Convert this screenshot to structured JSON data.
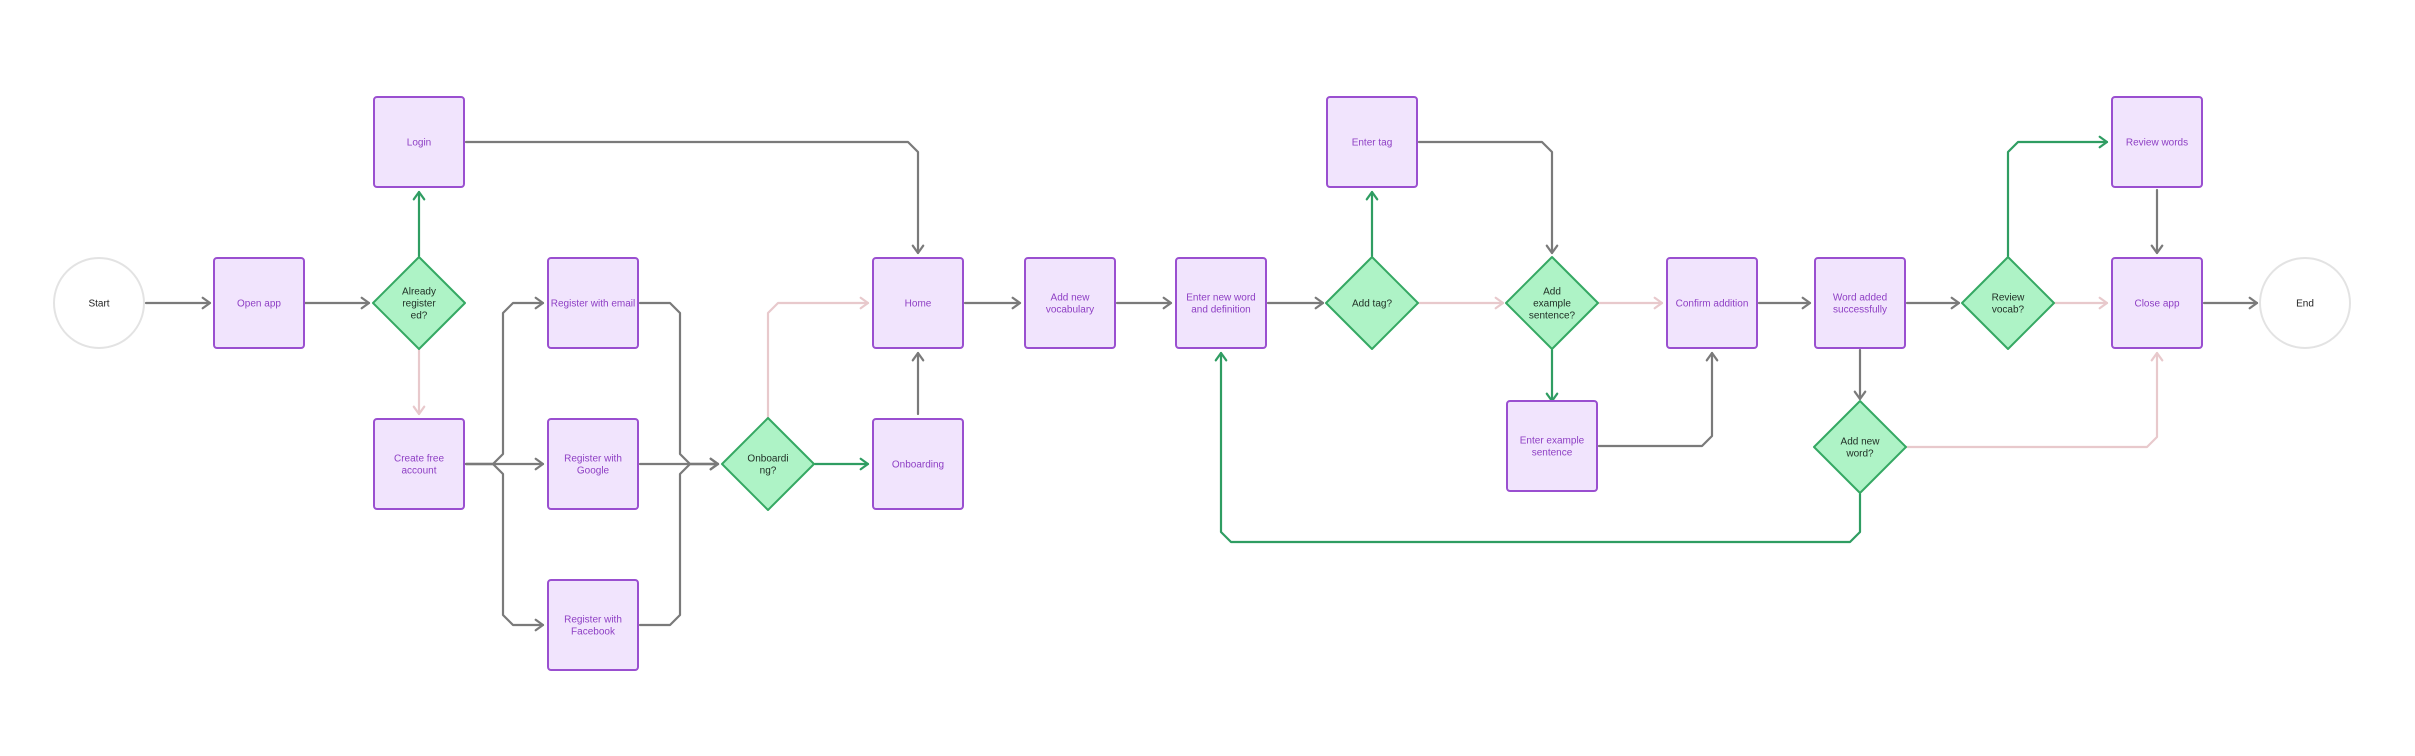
{
  "colors": {
    "process_fill": "#f1e4fd",
    "process_stroke": "#9a4fd0",
    "process_text": "#8e3fc4",
    "decision_fill": "#aef3c6",
    "decision_stroke": "#35a863",
    "decision_text": "#1f2d24",
    "terminal_stroke": "#e3e3e3",
    "terminal_text": "#1f1f1f",
    "edge_default": "#7a7a7a",
    "edge_yes": "#2f9d62",
    "edge_no": "#e8c9cc"
  },
  "nodes": [
    {
      "id": "start",
      "type": "terminal",
      "lines": [
        "Start"
      ]
    },
    {
      "id": "open-app",
      "type": "process",
      "lines": [
        "Open app"
      ]
    },
    {
      "id": "already-registered",
      "type": "decision",
      "lines": [
        "Already",
        "register",
        "ed?"
      ]
    },
    {
      "id": "login",
      "type": "process",
      "lines": [
        "Login"
      ]
    },
    {
      "id": "create-account",
      "type": "process",
      "lines": [
        "Create free",
        "account"
      ]
    },
    {
      "id": "register-email",
      "type": "process",
      "lines": [
        "Register with email"
      ]
    },
    {
      "id": "register-google",
      "type": "process",
      "lines": [
        "Register with",
        "Google"
      ]
    },
    {
      "id": "register-facebook",
      "type": "process",
      "lines": [
        "Register with",
        "Facebook"
      ]
    },
    {
      "id": "onboarding-decision",
      "type": "decision",
      "lines": [
        "Onboardi",
        "ng?"
      ]
    },
    {
      "id": "home",
      "type": "process",
      "lines": [
        "Home"
      ]
    },
    {
      "id": "onboarding",
      "type": "process",
      "lines": [
        "Onboarding"
      ]
    },
    {
      "id": "add-vocabulary",
      "type": "process",
      "lines": [
        "Add new",
        "vocabulary"
      ]
    },
    {
      "id": "enter-word",
      "type": "process",
      "lines": [
        "Enter new word",
        "and definition"
      ]
    },
    {
      "id": "add-tag",
      "type": "decision",
      "lines": [
        "Add tag?"
      ]
    },
    {
      "id": "enter-tag",
      "type": "process",
      "lines": [
        "Enter tag"
      ]
    },
    {
      "id": "add-sentence",
      "type": "decision",
      "lines": [
        "Add",
        "example",
        "sentence?"
      ]
    },
    {
      "id": "enter-sentence",
      "type": "process",
      "lines": [
        "Enter example",
        "sentence"
      ]
    },
    {
      "id": "confirm-addition",
      "type": "process",
      "lines": [
        "Confirm addition"
      ]
    },
    {
      "id": "word-added",
      "type": "process",
      "lines": [
        "Word added",
        "successfully"
      ]
    },
    {
      "id": "add-new-word",
      "type": "decision",
      "lines": [
        "Add new",
        "word?"
      ]
    },
    {
      "id": "review-vocab",
      "type": "decision",
      "lines": [
        "Review",
        "vocab?"
      ]
    },
    {
      "id": "review-words",
      "type": "process",
      "lines": [
        "Review words"
      ]
    },
    {
      "id": "close-app",
      "type": "process",
      "lines": [
        "Close app"
      ]
    },
    {
      "id": "end",
      "type": "terminal",
      "lines": [
        "End"
      ]
    }
  ],
  "edges": [
    {
      "from": "start",
      "to": "open-app",
      "kind": "default"
    },
    {
      "from": "open-app",
      "to": "already-registered",
      "kind": "default"
    },
    {
      "from": "already-registered",
      "to": "login",
      "kind": "yes"
    },
    {
      "from": "already-registered",
      "to": "create-account",
      "kind": "no"
    },
    {
      "from": "login",
      "to": "home",
      "kind": "default"
    },
    {
      "from": "create-account",
      "to": "register-email",
      "kind": "default"
    },
    {
      "from": "create-account",
      "to": "register-google",
      "kind": "default"
    },
    {
      "from": "create-account",
      "to": "register-facebook",
      "kind": "default"
    },
    {
      "from": "register-email",
      "to": "onboarding-decision",
      "kind": "default"
    },
    {
      "from": "register-google",
      "to": "onboarding-decision",
      "kind": "default"
    },
    {
      "from": "register-facebook",
      "to": "onboarding-decision",
      "kind": "default"
    },
    {
      "from": "onboarding-decision",
      "to": "onboarding",
      "kind": "yes"
    },
    {
      "from": "onboarding-decision",
      "to": "home",
      "kind": "no"
    },
    {
      "from": "onboarding",
      "to": "home",
      "kind": "default"
    },
    {
      "from": "home",
      "to": "add-vocabulary",
      "kind": "default"
    },
    {
      "from": "add-vocabulary",
      "to": "enter-word",
      "kind": "default"
    },
    {
      "from": "enter-word",
      "to": "add-tag",
      "kind": "default"
    },
    {
      "from": "add-tag",
      "to": "enter-tag",
      "kind": "yes"
    },
    {
      "from": "add-tag",
      "to": "add-sentence",
      "kind": "no"
    },
    {
      "from": "enter-tag",
      "to": "add-sentence",
      "kind": "default"
    },
    {
      "from": "add-sentence",
      "to": "enter-sentence",
      "kind": "yes"
    },
    {
      "from": "add-sentence",
      "to": "confirm-addition",
      "kind": "no"
    },
    {
      "from": "enter-sentence",
      "to": "confirm-addition",
      "kind": "default"
    },
    {
      "from": "confirm-addition",
      "to": "word-added",
      "kind": "default"
    },
    {
      "from": "word-added",
      "to": "review-vocab",
      "kind": "default"
    },
    {
      "from": "word-added",
      "to": "add-new-word",
      "kind": "default"
    },
    {
      "from": "add-new-word",
      "to": "enter-word",
      "kind": "yes"
    },
    {
      "from": "add-new-word",
      "to": "close-app",
      "kind": "no"
    },
    {
      "from": "review-vocab",
      "to": "review-words",
      "kind": "yes"
    },
    {
      "from": "review-vocab",
      "to": "close-app",
      "kind": "no"
    },
    {
      "from": "review-words",
      "to": "close-app",
      "kind": "default"
    },
    {
      "from": "close-app",
      "to": "end",
      "kind": "default"
    }
  ]
}
